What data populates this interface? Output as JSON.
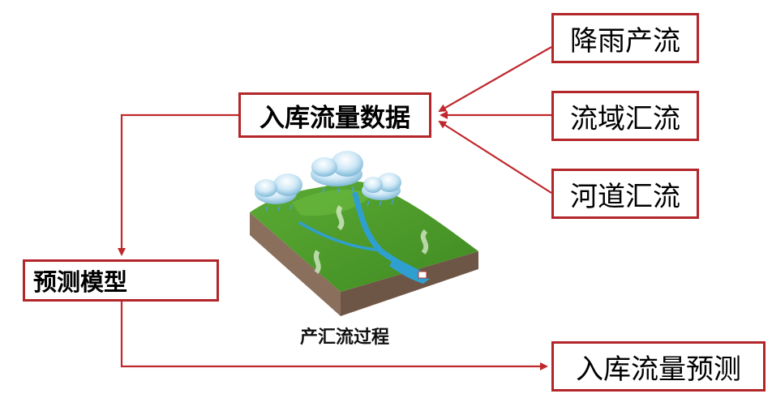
{
  "boxes": {
    "rain_runoff": "降雨产流",
    "basin_confluence": "流域汇流",
    "river_confluence": "河道汇流",
    "inflow_data": "入库流量数据",
    "forecast_model": "预测模型",
    "inflow_forecast": "入库流量预测"
  },
  "illustration": {
    "caption": "产汇流过程"
  },
  "colors": {
    "arrow": "#c0282d",
    "box_border": "#b3262a",
    "grass": "#4f9a2c",
    "soil": "#8a6f5c",
    "river": "#2f9fd0"
  }
}
